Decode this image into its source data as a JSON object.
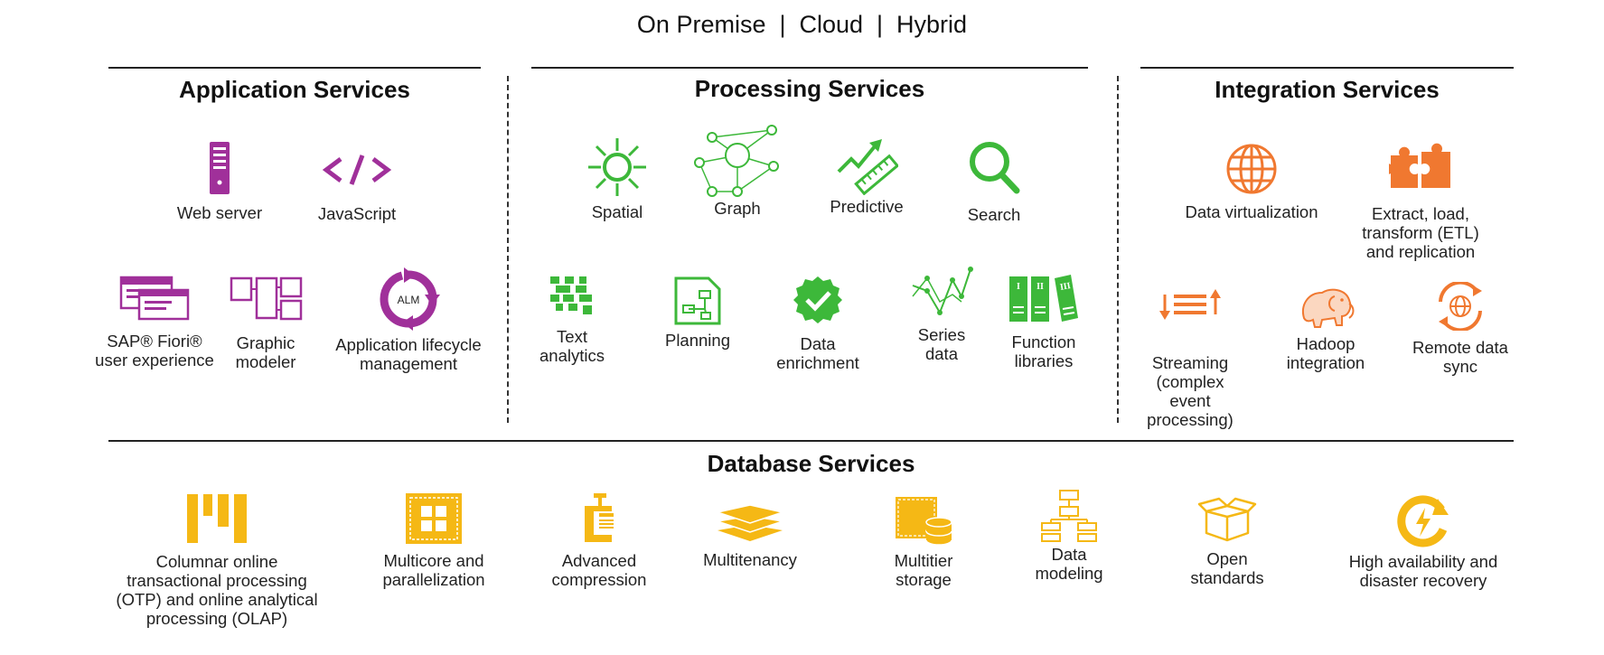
{
  "header": {
    "deployment": "On Premise  |  Cloud  |  Hybrid"
  },
  "colors": {
    "application": "#a0309a",
    "processing": "#3db83a",
    "integration": "#f07830",
    "database": "#f5b815"
  },
  "application_services": {
    "title": "Application  Services",
    "items": [
      {
        "label": "Web server",
        "icon": "server-icon"
      },
      {
        "label": "JavaScript",
        "icon": "code-icon"
      },
      {
        "label": "SAP® Fiori®\nuser experience",
        "icon": "fiori-icon"
      },
      {
        "label": "Graphic\nmodeler",
        "icon": "modeler-icon"
      },
      {
        "label": "Application lifecycle\nmanagement",
        "icon": "alm-icon",
        "icon_text": "ALM"
      }
    ]
  },
  "processing_services": {
    "title": "Processing Services",
    "items": [
      {
        "label": "Spatial",
        "icon": "sun-icon"
      },
      {
        "label": "Graph",
        "icon": "graph-icon"
      },
      {
        "label": "Predictive",
        "icon": "predictive-icon"
      },
      {
        "label": "Search",
        "icon": "search-icon"
      },
      {
        "label": "Text\nanalytics",
        "icon": "text-analytics-icon"
      },
      {
        "label": "Planning",
        "icon": "planning-icon"
      },
      {
        "label": "Data\nenrichment",
        "icon": "check-badge-icon"
      },
      {
        "label": "Series\ndata",
        "icon": "series-icon"
      },
      {
        "label": "Function\nlibraries",
        "icon": "books-icon",
        "icon_text": [
          "I",
          "II",
          "III"
        ]
      }
    ]
  },
  "integration_services": {
    "title": "Integration Services",
    "items": [
      {
        "label": "Data virtualization",
        "icon": "globe-icon"
      },
      {
        "label": "Extract, load,\ntransform (ETL)\nand replication",
        "icon": "puzzle-icon"
      },
      {
        "label": "Streaming\n(complex\nevent\nprocessing)",
        "icon": "streaming-icon"
      },
      {
        "label": "Hadoop\nintegration",
        "icon": "elephant-icon"
      },
      {
        "label": "Remote data\nsync",
        "icon": "sync-icon"
      }
    ]
  },
  "database_services": {
    "title": "Database Services",
    "items": [
      {
        "label": "Columnar online\ntransactional processing\n(OTP) and online analytical\nprocessing (OLAP)",
        "icon": "columns-icon"
      },
      {
        "label": "Multicore and\nparallelization",
        "icon": "chip-icon"
      },
      {
        "label": "Advanced\ncompression",
        "icon": "clamp-icon"
      },
      {
        "label": "Multitenancy",
        "icon": "layers-icon"
      },
      {
        "label": "Multitier\nstorage",
        "icon": "storage-icon"
      },
      {
        "label": "Data\nmodeling",
        "icon": "hierarchy-icon"
      },
      {
        "label": "Open\nstandards",
        "icon": "box-icon"
      },
      {
        "label": "High availability and\ndisaster recovery",
        "icon": "recovery-icon"
      }
    ]
  }
}
